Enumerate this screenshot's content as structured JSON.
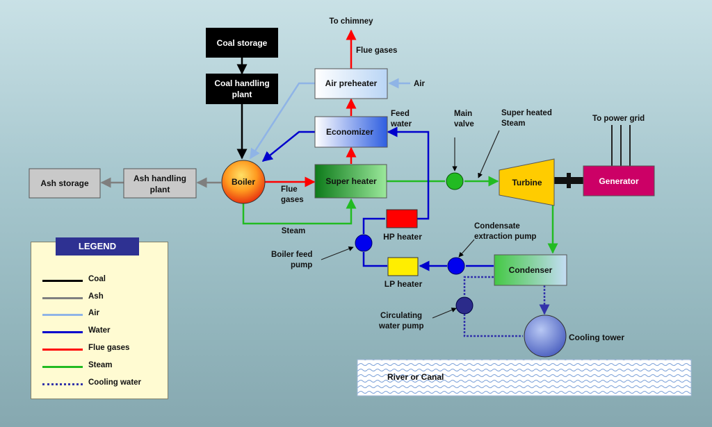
{
  "components": {
    "coal_storage": "Coal storage",
    "coal_handling": [
      "Coal handling",
      "plant"
    ],
    "boiler": "Boiler",
    "ash_handling": [
      "Ash handling",
      "plant"
    ],
    "ash_storage": "Ash storage",
    "air_preheater": "Air preheater",
    "economizer": "Economizer",
    "super_heater": "Super heater",
    "hp_heater": "HP heater",
    "lp_heater": "LP heater",
    "turbine": "Turbine",
    "generator": "Generator",
    "condenser": "Condenser",
    "cooling_tower": "Cooling tower",
    "river": "River or Canal"
  },
  "labels": {
    "to_chimney": "To chimney",
    "flue_gases_top": "Flue gases",
    "air": "Air",
    "feed_water": [
      "Feed",
      "water"
    ],
    "main_valve": [
      "Main",
      "valve"
    ],
    "super_heated_steam": [
      "Super heated",
      "Steam"
    ],
    "to_power_grid": "To power grid",
    "flue_gases_boiler": [
      "Flue",
      "gases"
    ],
    "steam": "Steam",
    "boiler_feed_pump": [
      "Boiler feed",
      "pump"
    ],
    "condensate_pump": [
      "Condensate",
      "extraction pump"
    ],
    "circulating_pump": [
      "Circulating",
      "water pump"
    ]
  },
  "legend": {
    "title": "LEGEND",
    "items": [
      {
        "label": "Coal",
        "color": "#000000",
        "style": "solid"
      },
      {
        "label": "Ash",
        "color": "#7f7f7f",
        "style": "solid"
      },
      {
        "label": "Air",
        "color": "#8fb4e6",
        "style": "solid"
      },
      {
        "label": "Water",
        "color": "#0000cc",
        "style": "solid"
      },
      {
        "label": "Flue gases",
        "color": "#ff0000",
        "style": "solid"
      },
      {
        "label": "Steam",
        "color": "#22bb22",
        "style": "solid"
      },
      {
        "label": "Cooling water",
        "color": "#3333aa",
        "style": "dotted"
      }
    ]
  },
  "colors": {
    "coal": "#000000",
    "ash": "#7f7f7f",
    "air": "#8fb4e6",
    "water": "#0000cc",
    "flue": "#ff0000",
    "steam": "#22bb22",
    "cooling": "#3333aa"
  }
}
